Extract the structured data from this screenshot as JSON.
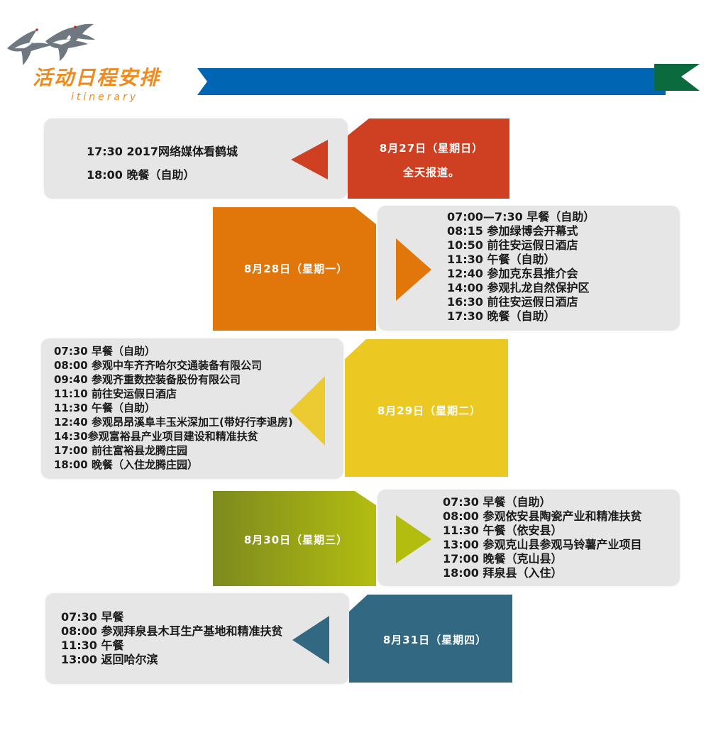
{
  "header": {
    "title": "活动日程安排",
    "subtitle": "itinerary",
    "banner_color": "#0066b3",
    "flag_color": "#0b6b3e"
  },
  "days": [
    {
      "date": "8月27日（星期日）",
      "note": "全天报道。",
      "color": "#cf3f22",
      "events": [
        "17:30  2017网络媒体看鹤城",
        "18:00  晚餐（自助）"
      ]
    },
    {
      "date": "8月28日（星期一）",
      "color": "#e1760b",
      "events": [
        "07:00—7:30  早餐（自助）",
        "08:15  参加绿博会开幕式",
        "10:50  前往安运假日酒店",
        "11:30  午餐（自助）",
        "12:40  参加克东县推介会",
        "14:00  参观扎龙自然保护区",
        "16:30  前往安运假日酒店",
        "17:30  晚餐（自助）"
      ]
    },
    {
      "date": "8月29日（星期二）",
      "color": "#ecc922",
      "events": [
        "07:30  早餐（自助）",
        "08:00  参观中车齐齐哈尔交通装备有限公司",
        "09:40  参观齐重数控装备股份有限公司",
        "11:10  前往安运假日酒店",
        "11:30  午餐（自助）",
        "12:40  参观昂昂溪阜丰玉米深加工(带好行李退房)",
        "14:30参观富裕县产业项目建设和精准扶贫",
        "17:00  前往富裕县龙腾庄园",
        "18:00  晚餐（入住龙腾庄园）"
      ]
    },
    {
      "date": "8月30日（星期三）",
      "color": "#a2b012",
      "events": [
        "07:30  早餐（自助）",
        "08:00  参观依安县陶瓷产业和精准扶贫",
        "11:30  午餐（依安县）",
        "13:00  参观克山县参观马铃薯产业项目",
        "17:00  晚餐（克山县）",
        "18:00  拜泉县（入住）"
      ]
    },
    {
      "date": "8月31日（星期四）",
      "color": "#326882",
      "events": [
        "07:30  早餐",
        "08:00  参观拜泉县木耳生产基地和精准扶贫",
        "11:30  午餐",
        "13:00  返回哈尔滨"
      ]
    }
  ]
}
